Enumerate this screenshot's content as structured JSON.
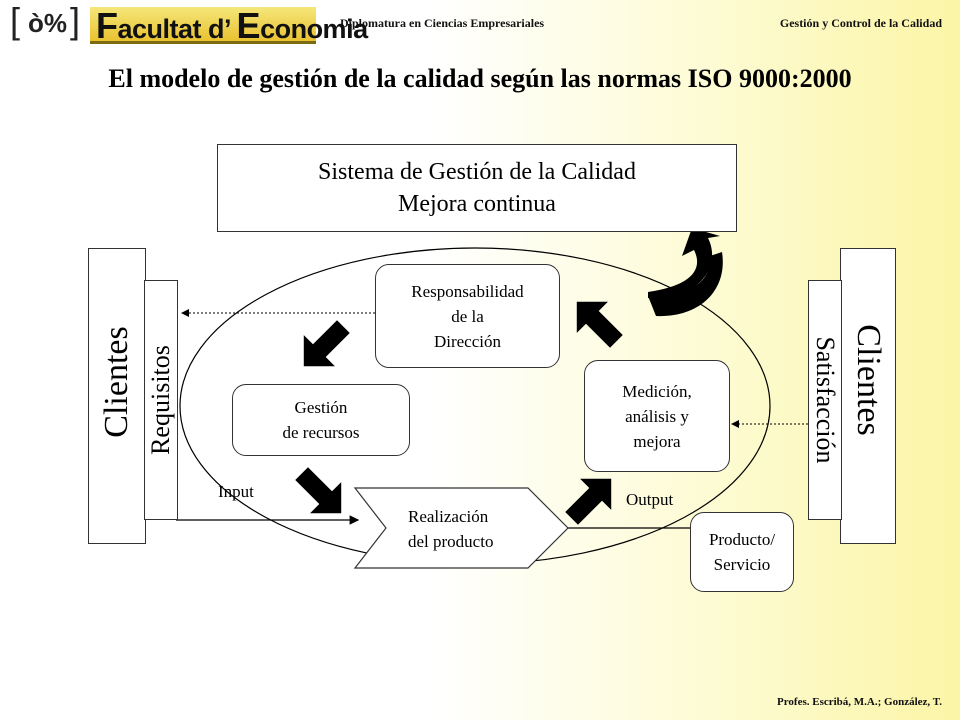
{
  "header": {
    "logo_paren_open": "[",
    "logo_mark": "ò%",
    "logo_paren_close": "]",
    "logo_text_f": "F",
    "logo_text_a": "acultat d’ ",
    "logo_text_e": "E",
    "logo_text_b": "conomia",
    "program": "Diplomatura en Ciencias Empresariales",
    "course": "Gestión y Control de la Calidad"
  },
  "title": "El modelo de gestión de la calidad según las normas ISO 9000:2000",
  "system_box": {
    "line1": "Sistema de Gestión de la Calidad",
    "line2": "Mejora continua"
  },
  "left": {
    "clients": "Clientes",
    "requirements": "Requisitos"
  },
  "right": {
    "clients": "Clientes",
    "satisfaction": "Satisfacción"
  },
  "processes": {
    "responsibility": "Responsabilidad\nde la\nDirección",
    "resources": "Gestión\nde recursos",
    "realization": "Realización\ndel producto",
    "measurement": "Medición,\nanálisis y\nmejora"
  },
  "product": "Producto/\nServicio",
  "input_label": "Input",
  "output_label": "Output",
  "footer": "Profes. Escribá, M.A.; González, T."
}
